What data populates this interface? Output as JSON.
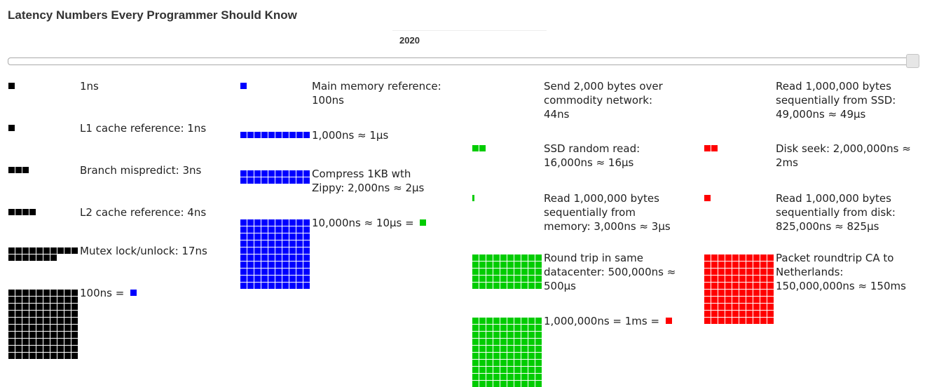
{
  "page": {
    "title": "Latency Numbers Every Programmer Should Know",
    "year": "2020"
  },
  "colors": {
    "ns": "#000000",
    "hundred_ns": "#0000ff",
    "ten_us": "#00cc00",
    "one_ms": "#ff0000"
  },
  "items": [
    {
      "id": "1ns",
      "label": "1ns",
      "units": 1,
      "unit": "ns"
    },
    {
      "id": "l1",
      "label": "L1 cache reference: 1ns",
      "units": 1,
      "unit": "ns"
    },
    {
      "id": "branch",
      "label": "Branch mispredict: 3ns",
      "units": 3,
      "unit": "ns"
    },
    {
      "id": "l2",
      "label": "L2 cache reference: 4ns",
      "units": 4,
      "unit": "ns"
    },
    {
      "id": "mutex",
      "label": "Mutex lock/unlock: 17ns",
      "units": 17,
      "unit": "ns"
    },
    {
      "id": "100ns",
      "label": "100ns = ",
      "units": 100,
      "unit": "ns",
      "equals": "hundred_ns"
    },
    {
      "id": "mainmem",
      "label": "Main memory reference: 100ns",
      "units": 1,
      "unit": "hundred_ns"
    },
    {
      "id": "1us",
      "label": "1,000ns ≈ 1μs",
      "units": 10,
      "unit": "hundred_ns"
    },
    {
      "id": "zippy",
      "label": "Compress 1KB wth Zippy: 2,000ns ≈ 2μs",
      "units": 20,
      "unit": "hundred_ns"
    },
    {
      "id": "10us",
      "label": "10,000ns ≈ 10μs = ",
      "units": 100,
      "unit": "hundred_ns",
      "equals": "ten_us"
    },
    {
      "id": "network",
      "label": "Send 2,000 bytes over commodity network: 44ns",
      "units": 0,
      "unit": "ten_us"
    },
    {
      "id": "ssdrand",
      "label": "SSD random read: 16,000ns ≈ 16μs",
      "units": 2,
      "unit": "ten_us"
    },
    {
      "id": "memseq",
      "label": "Read 1,000,000 bytes sequentially from memory: 3,000ns ≈ 3μs",
      "units": 0.3,
      "unit": "ten_us"
    },
    {
      "id": "datacenter",
      "label": "Round trip in same datacenter: 500,000ns ≈ 500μs",
      "units": 50,
      "unit": "ten_us"
    },
    {
      "id": "1ms",
      "label": "1,000,000ns = 1ms = ",
      "units": 100,
      "unit": "ten_us",
      "equals": "one_ms"
    },
    {
      "id": "ssdseq",
      "label": "Read 1,000,000 bytes sequentially from SSD: 49,000ns ≈ 49μs",
      "units": 0,
      "unit": "one_ms"
    },
    {
      "id": "diskseek",
      "label": "Disk seek: 2,000,000ns ≈ 2ms",
      "units": 2,
      "unit": "one_ms"
    },
    {
      "id": "diskseq",
      "label": "Read 1,000,000 bytes sequentially from disk: 825,000ns ≈ 825μs",
      "units": 1,
      "unit": "one_ms"
    },
    {
      "id": "packet",
      "label": "Packet roundtrip CA to Netherlands: 150,000,000ns ≈ 150ms",
      "units": 100,
      "unit": "one_ms"
    }
  ]
}
